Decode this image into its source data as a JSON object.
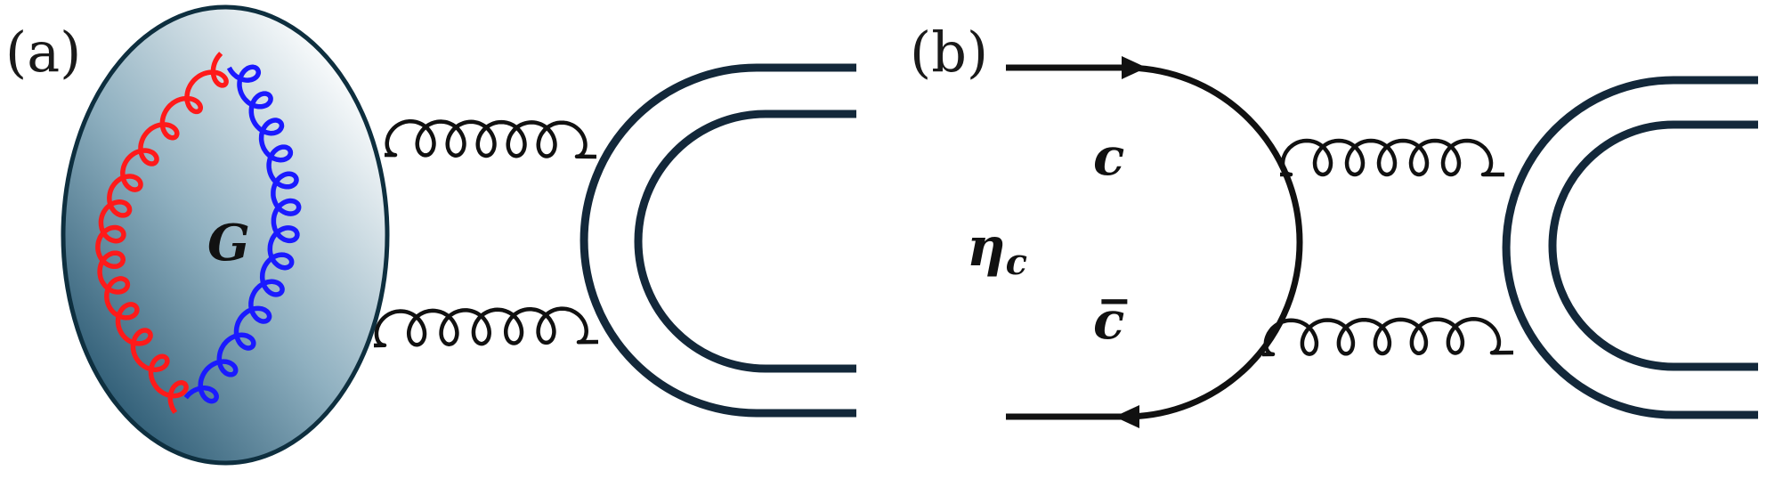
{
  "panel_a": {
    "label": "(a)",
    "glueball_symbol": "G",
    "colors": {
      "gluon_left": "#ff1a1a",
      "gluon_right": "#1a1aff",
      "blob_edge": "#0e2f3f",
      "blob_dark": "#2e5c75"
    }
  },
  "panel_b": {
    "label": "(b)",
    "meson_symbol": "η",
    "meson_subscript": "c",
    "quark": "c",
    "antiquark": "c̅"
  },
  "icons": [
    "gluon-line",
    "quark-line",
    "arrow",
    "double-line"
  ]
}
